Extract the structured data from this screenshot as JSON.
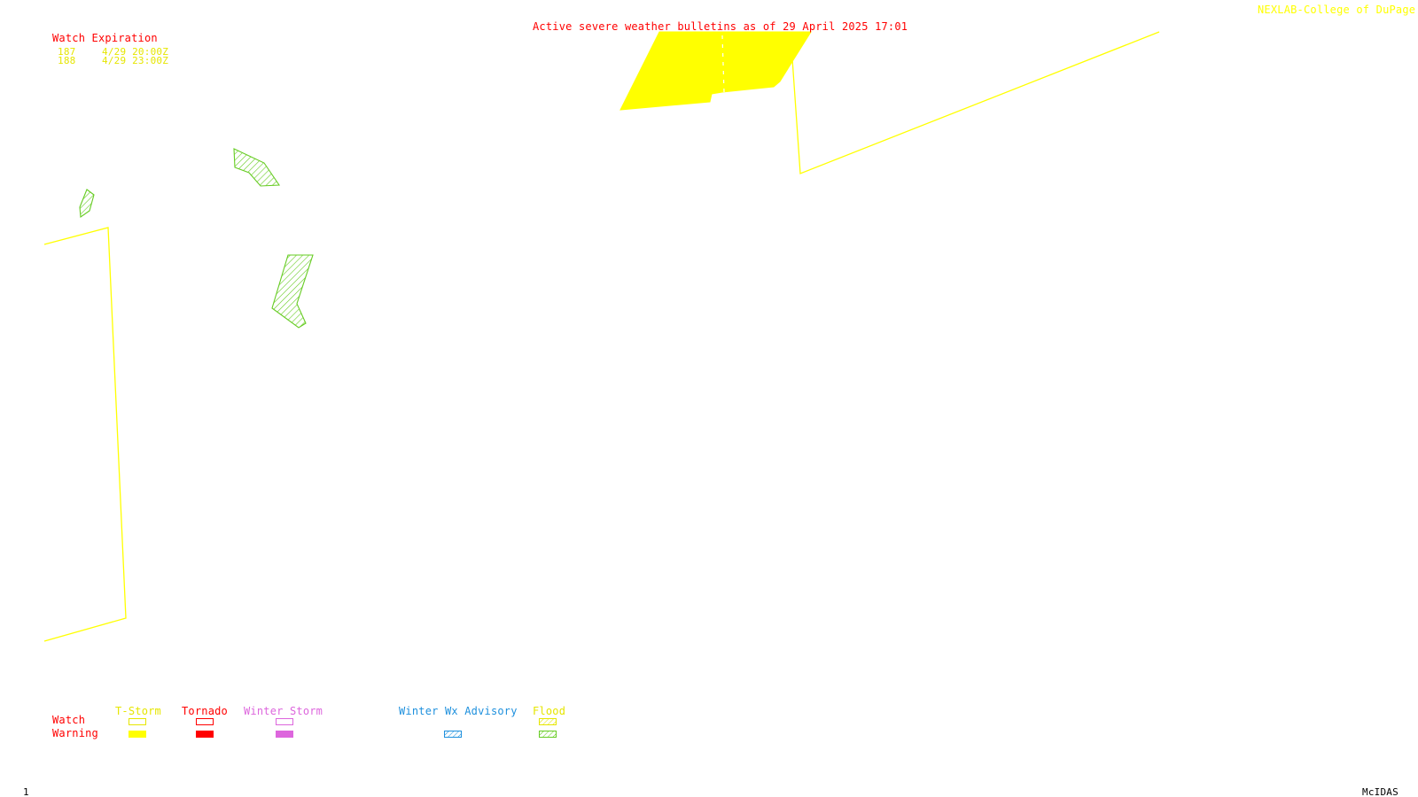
{
  "header": {
    "title": "Active severe weather bulletins as of 29 April 2025 17:01",
    "credit": "NEXLAB-College of DuPage R"
  },
  "watch_expiration": {
    "heading": "Watch Expiration",
    "rows": [
      {
        "id": "187",
        "expires": "4/29 20:00Z"
      },
      {
        "id": "188",
        "expires": "4/29 23:00Z"
      }
    ]
  },
  "legend": {
    "row_labels": {
      "watch": "Watch",
      "warning": "Warning"
    },
    "categories": [
      {
        "key": "tstorm",
        "label": "T-Storm",
        "color": "#ffff00",
        "label_color": "#e6e600"
      },
      {
        "key": "tornado",
        "label": "Tornado",
        "color": "#ff0000",
        "label_color": "#ff0000"
      },
      {
        "key": "winter_storm",
        "label": "Winter Storm",
        "color": "#dd66dd",
        "label_color": "#dd66dd"
      },
      {
        "key": "winter_wx_advisory",
        "label": "Winter Wx Advisory",
        "color": "#1e90dd",
        "label_color": "#1e90dd"
      },
      {
        "key": "flood",
        "label": "Flood",
        "color": "#66cc22",
        "label_color": "#e6e600"
      }
    ]
  },
  "footer": {
    "frame_number": "1",
    "software": "McIDAS"
  },
  "colors": {
    "label_red": "#ff0000",
    "watch_yellow": "#ffff00",
    "flood_green": "#66cc22",
    "background": "#ffffff"
  }
}
